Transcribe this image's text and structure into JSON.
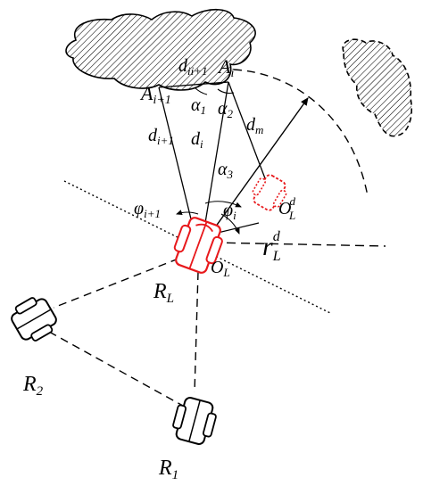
{
  "labels": {
    "A_i": "A",
    "A_i_sub": "i",
    "A_i1": "A",
    "A_i1_sub": "i+1",
    "d_ii1": "d",
    "d_ii1_sub": "ii+1",
    "alpha1": "α",
    "alpha1_sub": "1",
    "alpha2": "α",
    "alpha2_sub": "2",
    "alpha3": "α",
    "alpha3_sub": "3",
    "d_i1": "d",
    "d_i1_sub": "i+1",
    "d_i": "d",
    "d_i_sub": "i",
    "d_m": "d",
    "d_m_sub": "m",
    "phi_i1": "φ",
    "phi_i1_sub": "i+1",
    "phi_i": "φ",
    "phi_i_sub": "i",
    "O_L_d": "O",
    "O_L_d_sub": "L",
    "O_L_d_sup": "d",
    "r_L_d": "r",
    "r_L_d_sub": "L",
    "r_L_d_sup": "d",
    "O_L": "O",
    "O_L_sub": "L",
    "R_L": "R",
    "R_L_sub": "L",
    "R_2": "R",
    "R_2_sub": "2",
    "R_1": "R",
    "R_1_sub": "1"
  },
  "colors": {
    "ink": "#000000",
    "leader_robot": "#e8191c",
    "hatch": "#000000"
  },
  "icons": {
    "leader_robot": "robot-icon",
    "desired_robot": "robot-outline-icon",
    "follower_robot": "robot-icon"
  }
}
